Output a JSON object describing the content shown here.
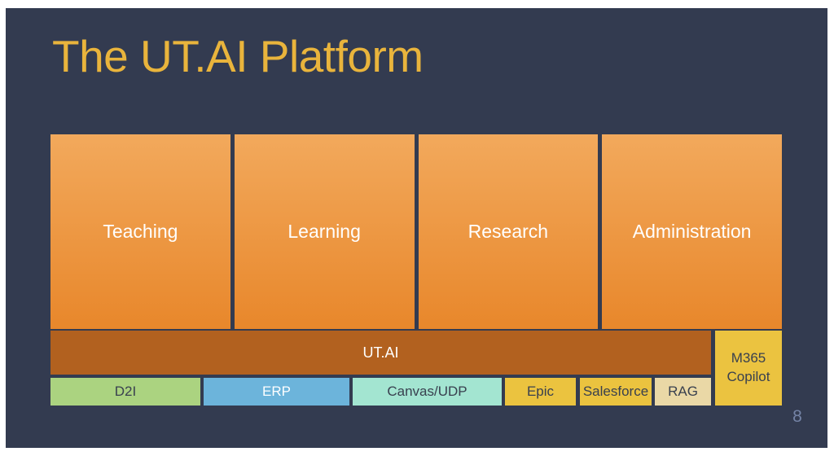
{
  "slide": {
    "title": "The UT.AI Platform",
    "page_number": "8"
  },
  "colors": {
    "page_background": "#FFFFFF",
    "slide_background": "#333B50",
    "title_text": "#E9B43C",
    "pillar_gradient_top": "#F2A95C",
    "pillar_gradient_bottom": "#E8872B",
    "pillar_text": "#FFFFFF",
    "platform_bar": "#B2611F",
    "platform_bar_text": "#FFFFFF",
    "dark_label_text": "#39404F",
    "page_number_text": "#7483A6"
  },
  "pillars": [
    {
      "label": "Teaching"
    },
    {
      "label": "Learning"
    },
    {
      "label": "Research"
    },
    {
      "label": "Administration"
    }
  ],
  "platform_bar": {
    "label": "UT.AI"
  },
  "m365_block": {
    "label": "M365 Copilot",
    "color": "#EBC340"
  },
  "systems": [
    {
      "label": "D2I",
      "color": "#ABD380"
    },
    {
      "label": "ERP",
      "color": "#6CB4DB"
    },
    {
      "label": "Canvas/UDP",
      "color": "#A3E5D1"
    },
    {
      "label": "Epic",
      "color": "#EBC33F"
    },
    {
      "label": "Salesforce",
      "color": "#EBC33F"
    },
    {
      "label": "RAG",
      "color": "#EAD8A6"
    }
  ]
}
